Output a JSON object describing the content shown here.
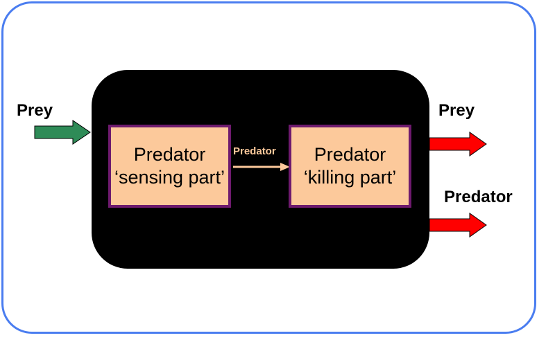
{
  "inputs": {
    "prey_label": "Prey"
  },
  "outputs": {
    "prey_label": "Prey",
    "predator_label": "Predator"
  },
  "internal_link": {
    "label": "Predator"
  },
  "blocks": {
    "sensing": {
      "line1": "Predator",
      "line2": "‘sensing part’"
    },
    "killing": {
      "line1": "Predator",
      "line2": "‘killing part’"
    }
  },
  "colors": {
    "frame_border": "#4a7df0",
    "system_fill": "#000000",
    "block_fill": "#fcc99b",
    "block_border": "#6e1a6e",
    "input_arrow": "#2e8b57",
    "output_arrow": "#ff0000",
    "internal_arrow": "#fcc99b"
  }
}
